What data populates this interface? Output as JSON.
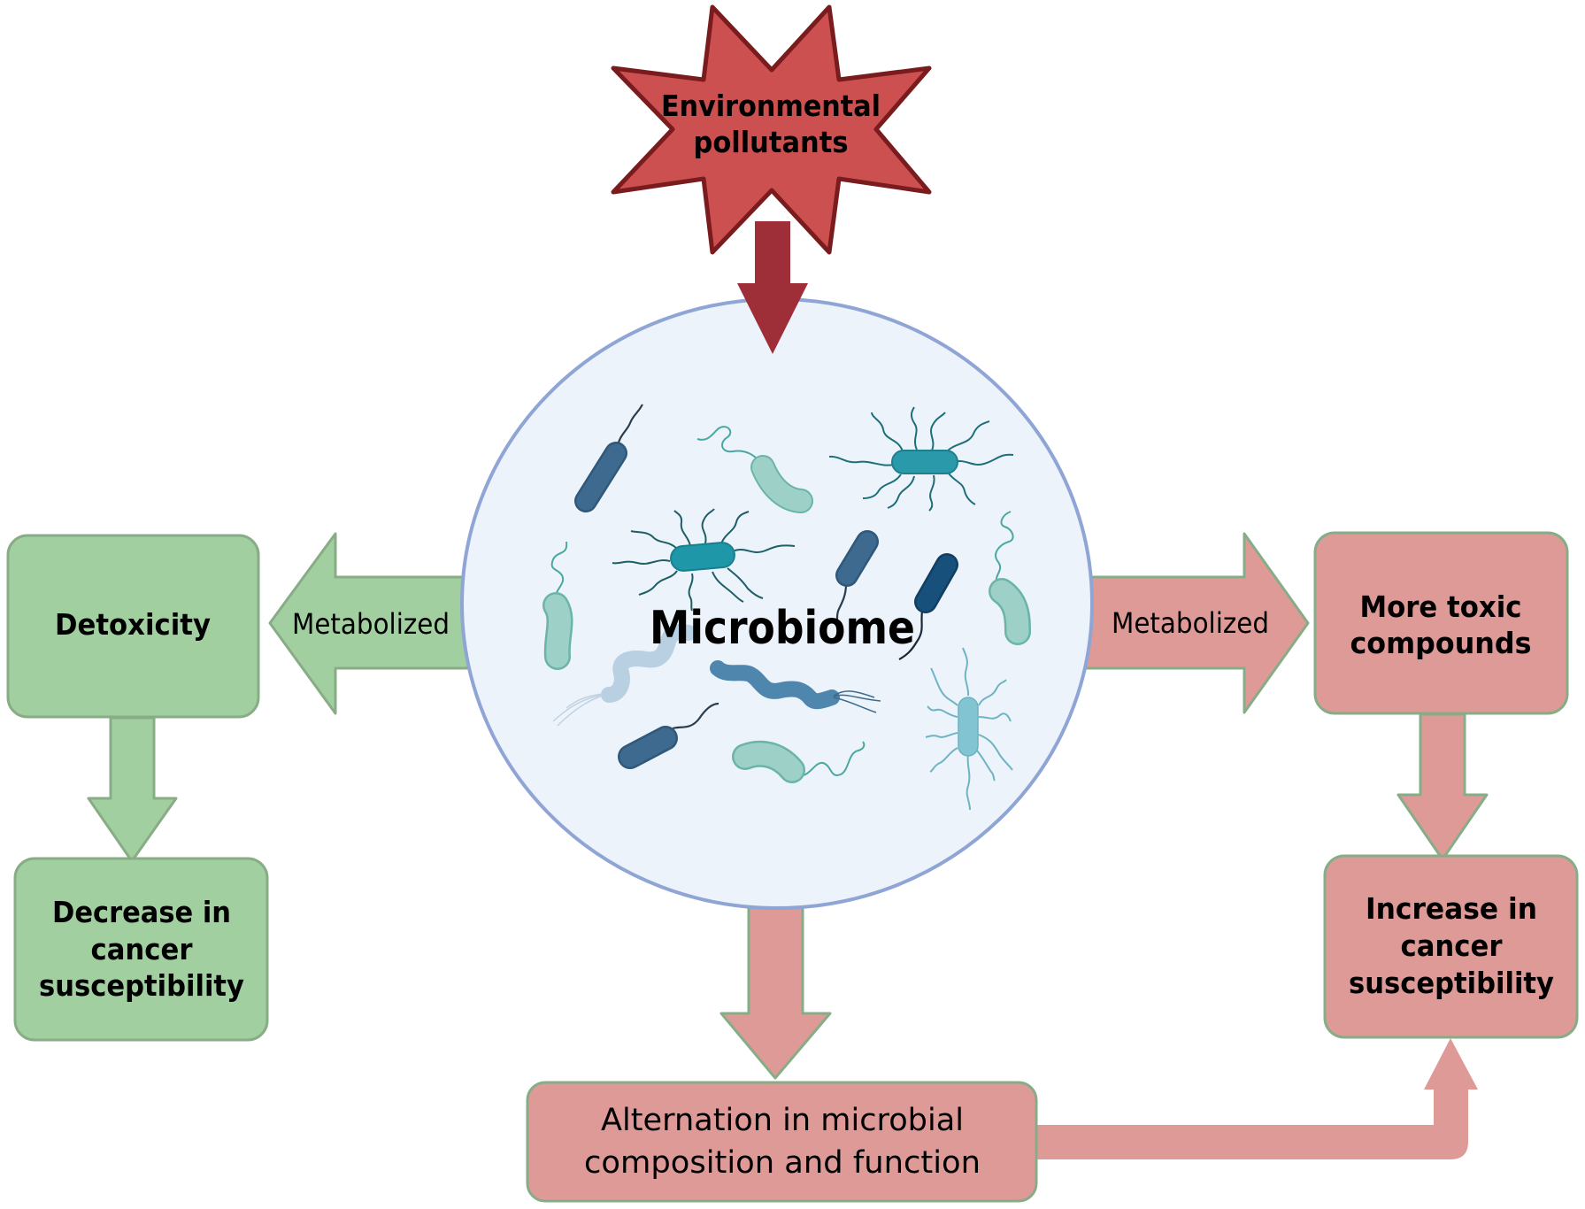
{
  "figure": {
    "center_node": {
      "label": "Microbiome"
    },
    "source_node": {
      "label_lines": [
        "Environmental",
        "pollutants"
      ]
    },
    "left_arrow": {
      "label": "Metabolized"
    },
    "right_arrow": {
      "label": "Metabolized"
    },
    "left_branch": {
      "box1": {
        "label_lines": [
          "Detoxicity"
        ]
      },
      "box2": {
        "label_lines": [
          "Decrease in",
          "cancer",
          "susceptibility"
        ]
      }
    },
    "right_branch": {
      "box1": {
        "label_lines": [
          "More toxic",
          "compounds"
        ]
      },
      "box2": {
        "label_lines": [
          "Increase in",
          "cancer",
          "susceptibility"
        ]
      }
    },
    "bottom_box": {
      "label_lines": [
        "Alternation in microbial",
        "composition and function"
      ]
    }
  },
  "colors": {
    "pollutant_fill": "#cd5050",
    "pollutant_stroke": "#7a1c1e",
    "pollutant_arrow": "#9e2f38",
    "circle_fill": "#edf3fb",
    "circle_stroke": "#8fa5d5",
    "green_fill": "#a1cfa0",
    "green_stroke": "#88ad86",
    "red_fill": "#de9a97",
    "red_stroke": "#86ad87",
    "bacteria_dark_blue": "#3d6a8e",
    "bacteria_navy": "#17507a",
    "bacteria_teal": "#2a9aab",
    "bacteria_mint": "#9dd0c6",
    "bacteria_light_blue": "#82c4d1",
    "bacteria_pale": "#c5d9e8"
  }
}
